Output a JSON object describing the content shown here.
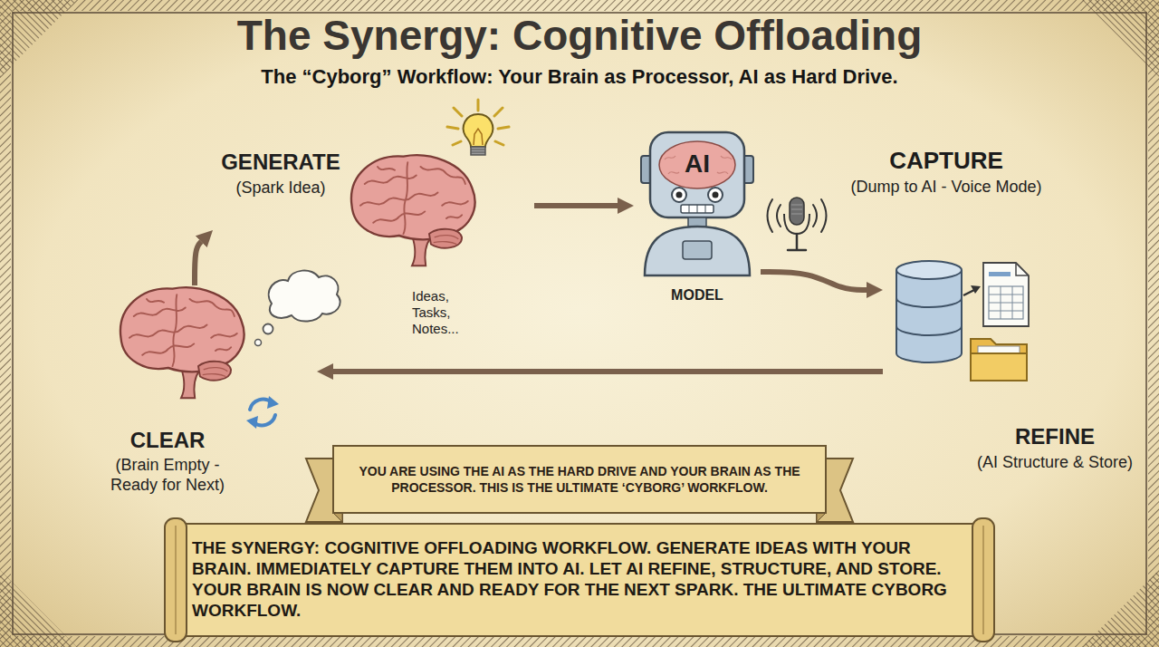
{
  "diagram": {
    "title": "The Synergy: Cognitive Offloading",
    "caption": "THE SYNERGY: COGNITIVE OFFLOADING WORKFLOW. GENERATE IDEAS WITH YOUR BRAIN. IMMEDIATELY CAPTURE THEM INTO AI. LET AI REFINE, STRUCTURE, AND STORE. YOUR BRAIN IS NOW CLEAR AND READY FOR THE NEXT SPARK. THE ULTIMATE CYBORG WORKFLOW.",
    "nodes": [
      {
        "text": [
          "GENERATE",
          "(Spark Idea)"
        ]
      },
      {
        "text": [
          "AI",
          "MODEL"
        ]
      },
      {
        "text": [
          "REFINE",
          "(AI Structure & Store)"
        ]
      },
      {
        "text": [
          "CLEAR",
          "(Brain Empty - Ready for Next)"
        ]
      }
    ],
    "edges": [
      {
        "from": 0,
        "to": 1,
        "arrow": "to"
      },
      {
        "from": 1,
        "to": 2,
        "arrow": "to"
      },
      {
        "from": 2,
        "to": 3,
        "arrow": "to"
      },
      {
        "from": 3,
        "to": 0,
        "arrow": "to"
      }
    ],
    "labels": [
      "The “Cyborg” Workflow: Your Brain as Processor, AI as Hard Drive.",
      "Ideas, Tasks, Notes...",
      "CAPTURE",
      "(Dump to AI - Voice Mode)",
      "YOU ARE USING THE AI AS THE HARD DRIVE AND YOUR BRAIN AS THE PROCESSOR. THIS IS THE ULTIMATE ‘CYBORG’ WORKFLOW."
    ]
  }
}
